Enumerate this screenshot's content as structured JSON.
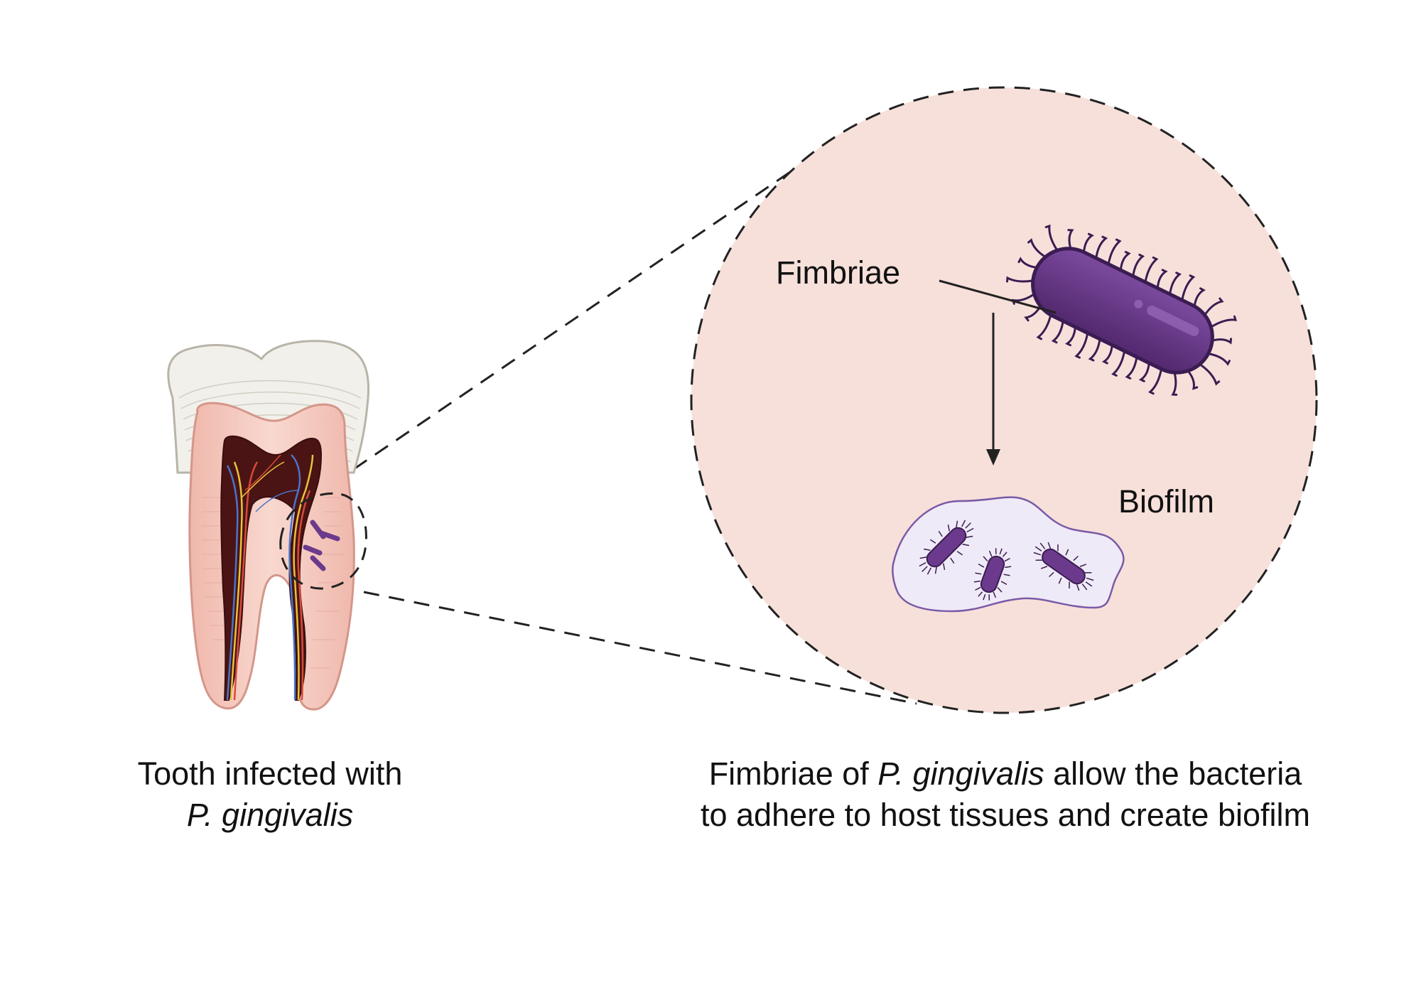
{
  "labels": {
    "fimbriae": "Fimbriae",
    "biofilm": "Biofilm"
  },
  "captions": {
    "left": {
      "line1": "Tooth infected with",
      "line2_italic": "P. gingivalis"
    },
    "right": {
      "line1_pre": "Fimbriae of ",
      "line1_italic": "P. gingivalis",
      "line1_post": " allow the bacteria",
      "line2": "to adhere to host tissues and create biofilm"
    }
  },
  "colors": {
    "zoom_fill": "#f7e0da",
    "bacterium": "#6b3a8c",
    "bacterium_dark": "#3b1c52",
    "biofilm_fill": "#efeaf7",
    "biofilm_stroke": "#7a5aa6",
    "gum_pink": "#f3c9bf",
    "pulp": "#4a1414",
    "enamel": "#f2f0ea"
  },
  "icons": {
    "tooth": "tooth-icon",
    "bacterium": "rod-bacterium-icon"
  }
}
